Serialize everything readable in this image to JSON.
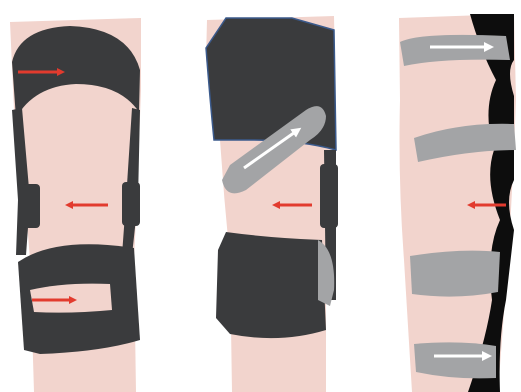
{
  "figure": {
    "panels": [
      {
        "id": "brace-1",
        "arrows": [
          {
            "color": "red",
            "direction": "right"
          },
          {
            "color": "red",
            "direction": "left"
          },
          {
            "color": "red",
            "direction": "right"
          }
        ]
      },
      {
        "id": "brace-2",
        "arrows": [
          {
            "color": "white",
            "direction": "up-right"
          },
          {
            "color": "red",
            "direction": "left"
          }
        ]
      },
      {
        "id": "brace-3",
        "arrows": [
          {
            "color": "white",
            "direction": "right"
          },
          {
            "color": "red",
            "direction": "left"
          },
          {
            "color": "white",
            "direction": "right"
          }
        ]
      }
    ]
  },
  "colors": {
    "skin": "#f2d4cd",
    "brace_dark": "#3a3b3d",
    "strap_gray": "#a3a4a6",
    "brace_black": "#0d0d0d",
    "arrow_red": "#e23b2e",
    "arrow_white": "#ffffff",
    "outline_blue": "#3b5a8c"
  }
}
